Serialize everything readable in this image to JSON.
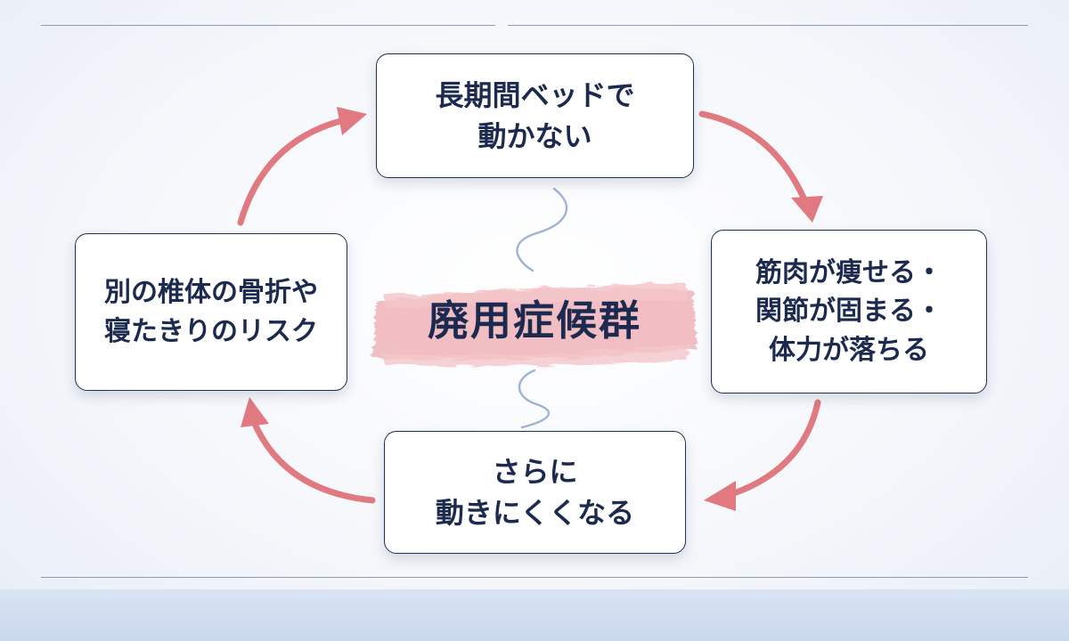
{
  "diagram": {
    "center_label": "廃用症候群",
    "nodes": {
      "top": {
        "lines": [
          "長期間ベッドで",
          "動かない"
        ]
      },
      "right": {
        "lines": [
          "筋肉が痩せる・",
          "関節が固まる・",
          "体力が落ちる"
        ]
      },
      "bottom": {
        "lines": [
          "さらに",
          "動きにくくなる"
        ]
      },
      "left": {
        "lines": [
          "別の椎体の骨折や",
          "寝たきりのリスク"
        ]
      }
    },
    "cycle_order": [
      "top",
      "right",
      "bottom",
      "left"
    ]
  },
  "colors": {
    "text": "#1b2a4e",
    "box_border": "#1f2f55",
    "arrow": "#e07a80",
    "brush": "#f0b7bc",
    "squiggle": "#9fb3d1",
    "rule": "#8e9bb3"
  }
}
